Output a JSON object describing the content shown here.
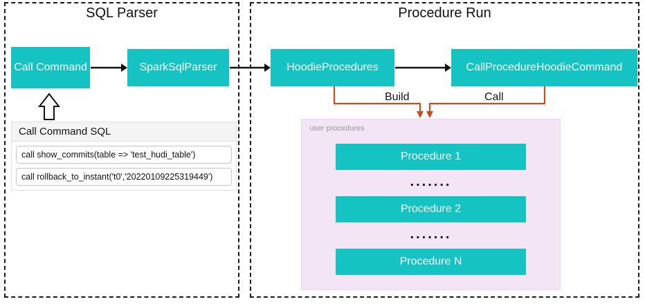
{
  "sections": {
    "sql_parser": {
      "title": "SQL Parser",
      "call_command": "Call Command",
      "spark_sql_parser": "SparkSqlParser",
      "sql_panel": {
        "header": "Call Command SQL",
        "lines": [
          "call show_commits(table => 'test_hudi_table')",
          "call rollback_to_instant('t0','20220109225319449')"
        ]
      }
    },
    "procedure_run": {
      "title": "Procedure Run",
      "hoodie_procedures": "HoodieProcedures",
      "call_procedure": "CallProcedureHoodieCommand",
      "build_label": "Build",
      "call_label": "Call",
      "user_procedures_label": "user procedures",
      "procedures": [
        "Procedure 1",
        "Procedure 2",
        "Procedure N"
      ],
      "dots": "......."
    }
  },
  "colors": {
    "node_teal": "#15c3c3",
    "panel_pink": "#f3e4f6",
    "connector_orange": "#cc4a1d",
    "connector_black": "#111111"
  }
}
